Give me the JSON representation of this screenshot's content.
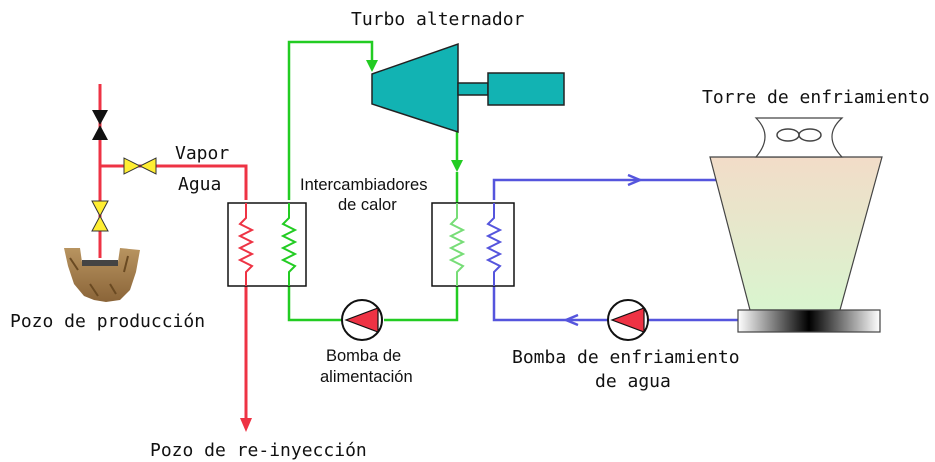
{
  "labels": {
    "turbo": "Turbo alternador",
    "torre": "Torre de enfriamiento",
    "vapor": "Vapor",
    "agua": "Agua",
    "intercambiadores_l1": "Intercambiadores",
    "intercambiadores_l2": "de calor",
    "pozo_produccion": "Pozo de producción",
    "bomba_alim_l1": "Bomba de",
    "bomba_alim_l2": "alimentación",
    "bomba_enf_l1": "Bomba de enfriamiento",
    "bomba_enf_l2": "de agua",
    "pozo_reinyeccion": "Pozo de re-inyección"
  },
  "colors": {
    "brine": "#ee3344",
    "working_fluid": "#22cc22",
    "cooling_water": "#5555dd",
    "turbine": "#12b3b3",
    "valve": "#ffee33",
    "pump": "#ee3344"
  }
}
